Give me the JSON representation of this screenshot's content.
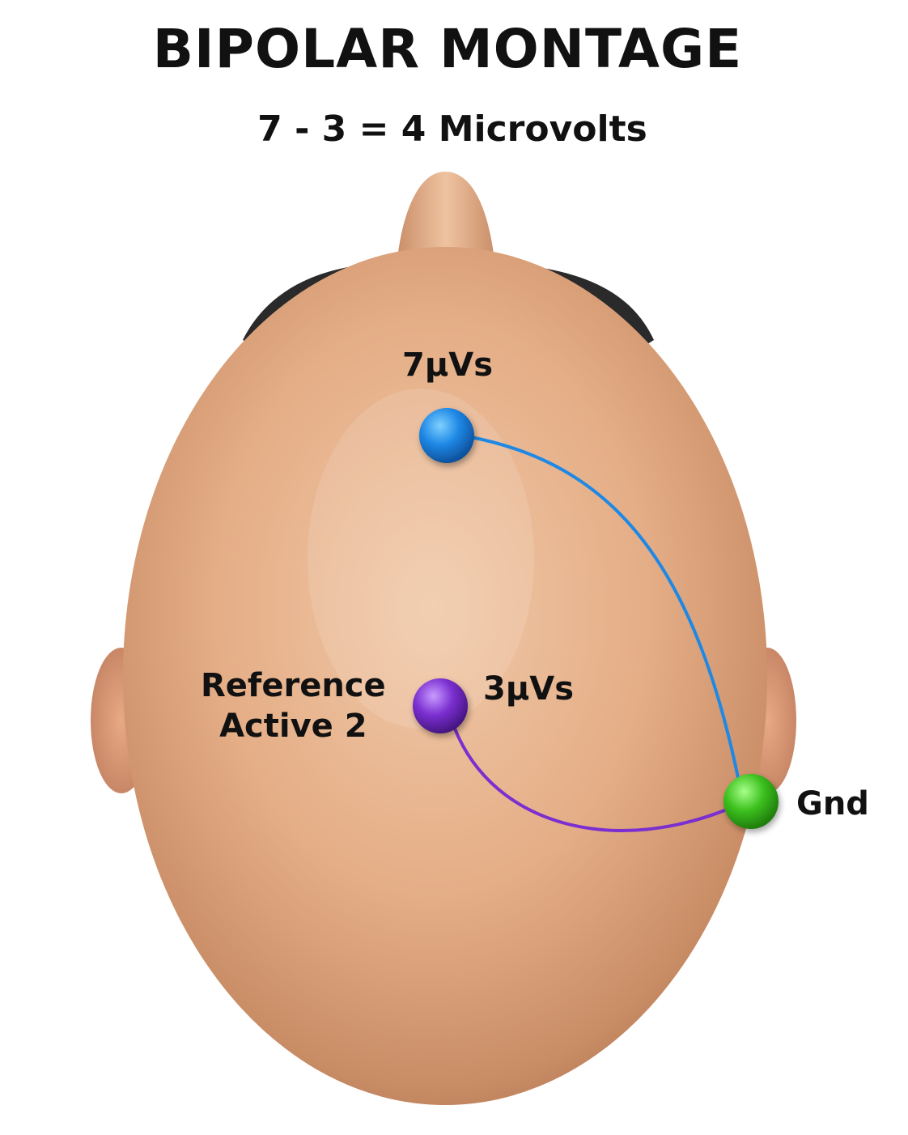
{
  "header": {
    "title": "BIPOLAR MONTAGE",
    "equation": "7 - 3 = 4 Microvolts"
  },
  "electrodes": {
    "active1": {
      "value_label": "7µVs",
      "color": "#1e88e5"
    },
    "active2": {
      "value_label": "3µVs",
      "color": "#7b2fd0"
    },
    "reference": {
      "line1": "Reference",
      "line2": "Active 2"
    },
    "ground": {
      "label": "Gnd",
      "color": "#3cc11e"
    }
  },
  "colors": {
    "skin": "#e9b48f",
    "glasses": "#2a2a2a",
    "text": "#111111"
  }
}
